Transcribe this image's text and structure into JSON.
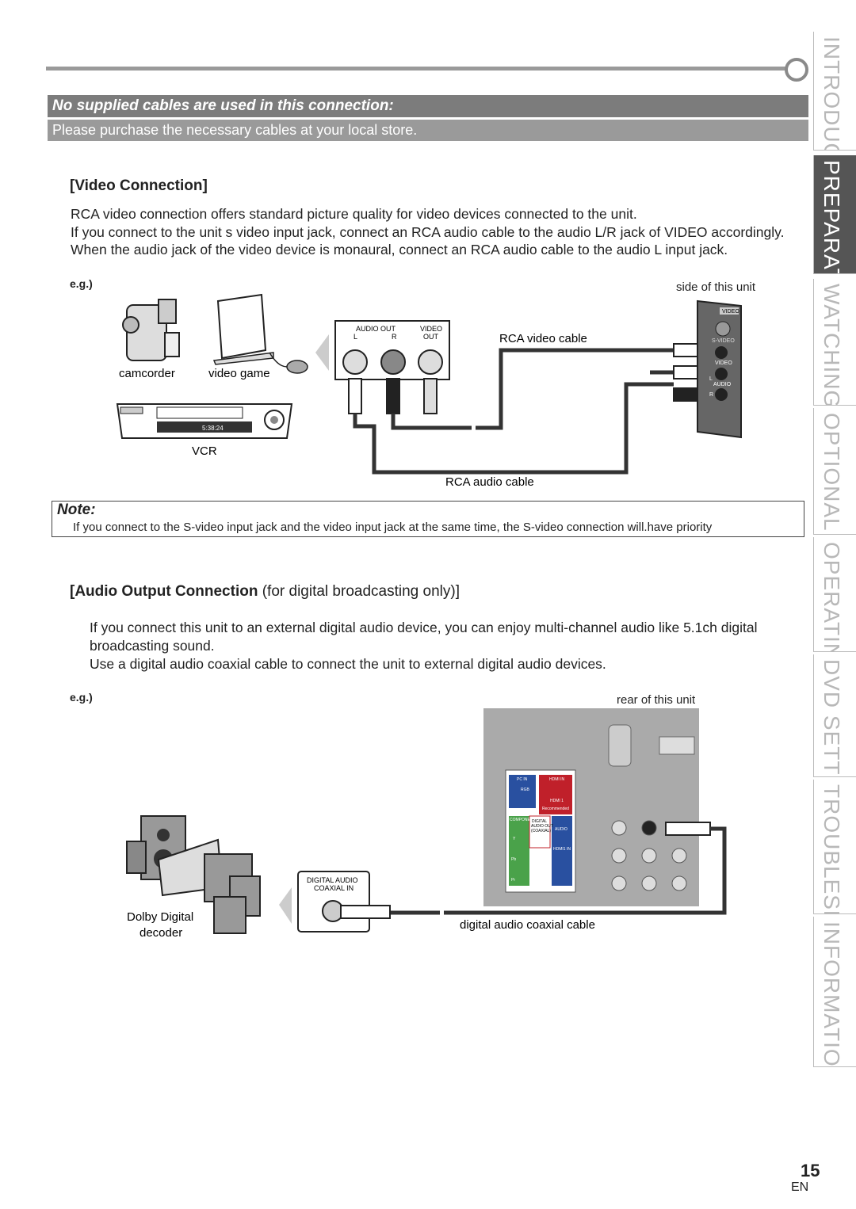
{
  "banner": {
    "title": "No supplied cables are used in this connection:",
    "subtitle": "Please purchase the necessary cables at your local store."
  },
  "video_section": {
    "heading": "[Video Connection]",
    "paragraphs": [
      "RCA video connection offers standard picture quality for video devices connected to the unit.",
      "If you connect to the unit s video input jack, connect an RCA audio cable to the audio L/R jack of VIDEO accordingly.",
      "When the audio jack of the video device is monaural, connect an RCA audio cable to the audio L input jack."
    ],
    "eg": "e.g.)",
    "side_label": "side of this unit",
    "devices": {
      "camcorder": "camcorder",
      "video_game": "video game",
      "vcr": "VCR"
    },
    "jack_labels": {
      "audio_out": "AUDIO OUT",
      "l": "L",
      "r": "R",
      "video": "VIDEO",
      "out": "OUT"
    },
    "panel_labels": {
      "video_tag": "VIDEO",
      "svideo": "S-VIDEO",
      "video": "VIDEO",
      "audio": "AUDIO",
      "l": "L",
      "r": "R"
    },
    "cables": {
      "video": "RCA video cable",
      "audio": "RCA audio cable"
    },
    "vcr_display": "5:38:24"
  },
  "note": {
    "title": "Note:",
    "text": "If you connect to the S-video input jack and the video input jack at the same time, the S-video connection will.have priority"
  },
  "audio_section": {
    "heading_bold": "[Audio Output Connection",
    "heading_rest": " (for digital broadcasting only)]",
    "paragraphs": [
      "If you connect this unit to an external digital audio device, you can enjoy multi-channel audio like 5.1ch digital broadcasting sound.",
      "Use a digital audio coaxial cable to connect the unit to external digital audio devices."
    ],
    "eg": "e.g.)",
    "rear_label": "rear of this unit",
    "decoder_label_1": "Dolby Digital",
    "decoder_label_2": "decoder",
    "jack_label_1": "DIGITAL AUDIO",
    "jack_label_2": "COAXIAL IN",
    "cable_label": "digital audio coaxial cable",
    "panel_labels": {
      "pc_in": "PC IN",
      "hdmi_in": "HDMI IN",
      "rgb": "RGB",
      "hdmi1": "HDMI 1",
      "recommended": "Recommended",
      "component": "COMPONENT",
      "digital": "DIGITAL",
      "audio_out": "AUDIO OUT",
      "coaxial": "(COAXIAL)",
      "audio": "AUDIO",
      "hdmi1_in": "HDMI1 IN",
      "y": "Y",
      "pb": "Pb",
      "pr": "Pr"
    }
  },
  "side_tabs": [
    {
      "label": "INTRODUCTION",
      "active": false
    },
    {
      "label": "PREPARATION",
      "active": true
    },
    {
      "label": "WATCHING TV",
      "active": false
    },
    {
      "label": "OPTIONAL SETTING",
      "active": false
    },
    {
      "label": "OPERATING DVD",
      "active": false
    },
    {
      "label": "DVD SETTING",
      "active": false
    },
    {
      "label": "TROUBLESHOOTING",
      "active": false
    },
    {
      "label": "INFORMATION",
      "active": false
    }
  ],
  "page": {
    "number": "15",
    "lang": "EN"
  }
}
